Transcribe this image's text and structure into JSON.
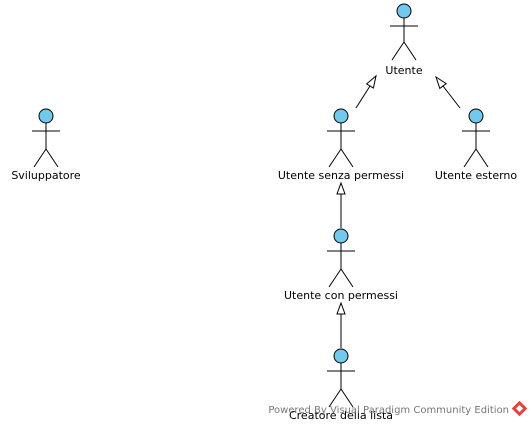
{
  "diagram": {
    "actors": [
      {
        "id": "utente",
        "label": "Utente"
      },
      {
        "id": "sviluppatore",
        "label": "Sviluppatore"
      },
      {
        "id": "utente-senza-permessi",
        "label": "Utente senza permessi"
      },
      {
        "id": "utente-esterno",
        "label": "Utente esterno"
      },
      {
        "id": "utente-con-permessi",
        "label": "Utente con permessi"
      },
      {
        "id": "creatore-della-lista",
        "label": "Creatore della lista"
      }
    ],
    "generalizations": [
      {
        "from": "utente-senza-permessi",
        "to": "utente"
      },
      {
        "from": "utente-esterno",
        "to": "utente"
      },
      {
        "from": "utente-con-permessi",
        "to": "utente-senza-permessi"
      },
      {
        "from": "creatore-della-lista",
        "to": "utente-con-permessi"
      }
    ]
  },
  "colors": {
    "actor_head": "#72c9ee",
    "line": "#000000",
    "watermark_text": "#777777",
    "watermark_logo": "#e0443a"
  },
  "watermark": {
    "text": "Powered By Visual Paradigm Community Edition",
    "logo_icon": "visual-paradigm-logo-icon"
  }
}
